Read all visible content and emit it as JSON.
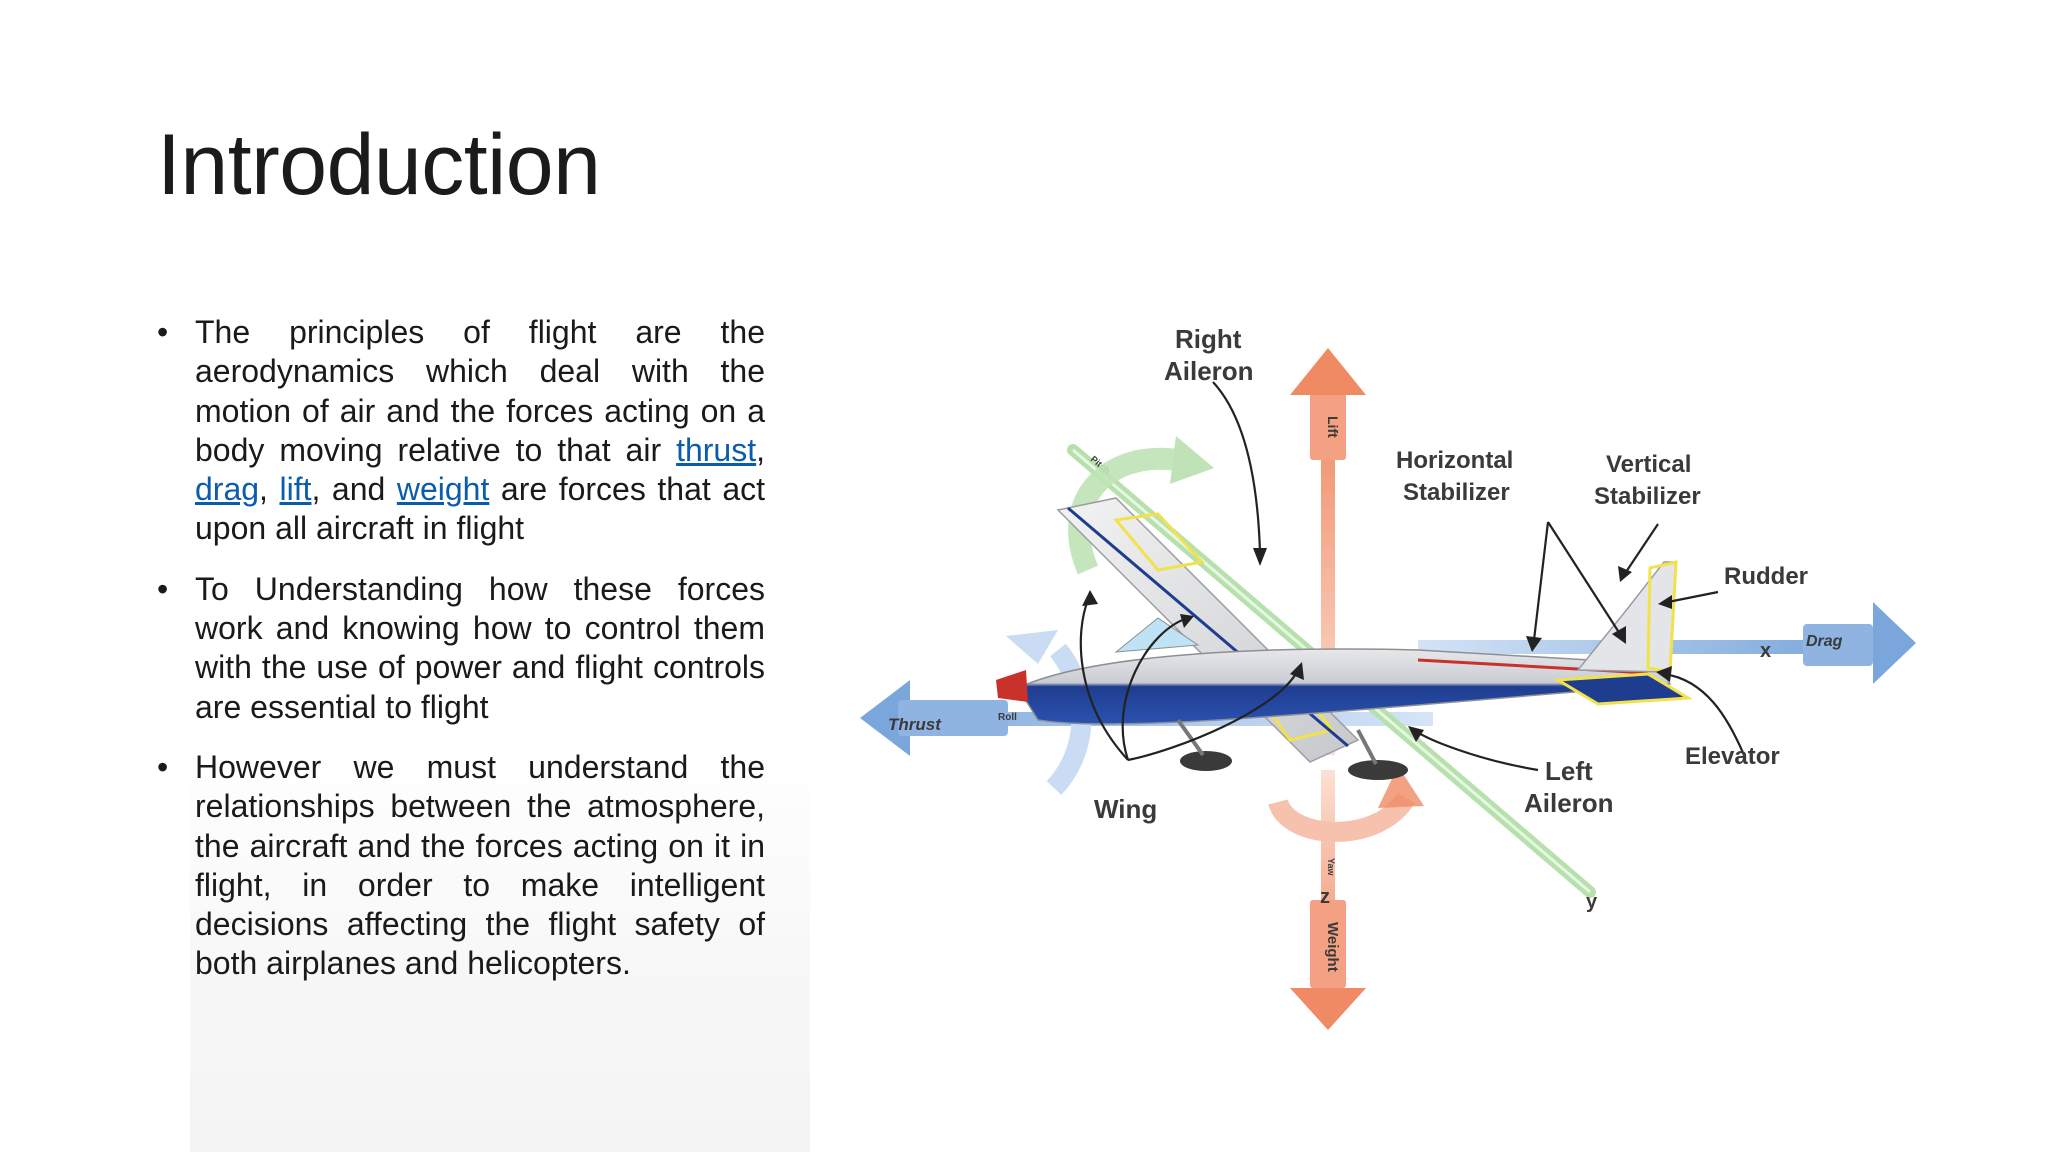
{
  "slide": {
    "title": "Introduction",
    "bullets": [
      {
        "text_before": "The principles of flight are the aerodynamics which deal with the motion of air and the forces acting on a body moving relative to that air ",
        "links": [
          "thrust",
          "drag",
          "lift",
          "weight"
        ],
        "sep1": ", ",
        "sep2": ", ",
        "sep3": ", and ",
        "text_after": " are forces that act upon all aircraft in flight"
      },
      {
        "text": "To Understanding how these forces work and knowing how to control them with the use of power and flight controls are essential to flight"
      },
      {
        "text": "However we must understand the relationships between the atmosphere, the aircraft and the forces acting on it in flight, in order to make intelligent decisions affecting the flight safety of both airplanes and helicopters."
      }
    ],
    "bullet_glyph": "•"
  },
  "figure": {
    "labels": {
      "right_aileron_1": "Right",
      "right_aileron_2": "Aileron",
      "horizontal_1": "Horizontal",
      "horizontal_2": "Stabilizer",
      "vertical_1": "Vertical",
      "vertical_2": "Stabilizer",
      "rudder": "Rudder",
      "elevator": "Elevator",
      "left_aileron_1": "Left",
      "left_aileron_2": "Aileron",
      "wing": "Wing",
      "lift": "Lift",
      "weight": "Weight",
      "thrust": "Thrust",
      "drag": "Drag",
      "roll": "Roll",
      "pitch": "Pitch",
      "yaw": "Yaw",
      "axis_x": "x",
      "axis_y": "y",
      "axis_z": "z"
    },
    "colors": {
      "lift_weight_arrow": "#f39a7c",
      "drag_arrow": "#8fb6e3",
      "thrust_arrow": "#8fb6e3",
      "pitch_axis": "#a9dba0",
      "fuselage_blue": "#1f3d8f",
      "highlight_yellow": "#f2e24a",
      "accent_red": "#c8322b"
    }
  }
}
